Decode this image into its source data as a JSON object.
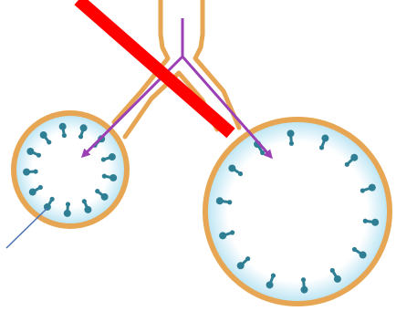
{
  "diagram": {
    "subject": "alveoli-surfactant",
    "colors": {
      "wall": "#e6a654",
      "airway_inner": "#ffffff",
      "lining_edge": "#bfe6f4",
      "lining_core": "#ffffff",
      "surfactant": "#2f7f94",
      "flow_arrow": "#9b3fb4",
      "overlay_slash": "#ff0000",
      "pointer_line": "#4c73b4"
    },
    "alveoli": [
      {
        "id": "small-alveolus",
        "molecule_count": 13
      },
      {
        "id": "large-alveolus",
        "molecule_count": 14
      }
    ],
    "arrows": [
      {
        "id": "flow-to-small-alveolus"
      },
      {
        "id": "flow-to-large-alveolus"
      }
    ]
  }
}
